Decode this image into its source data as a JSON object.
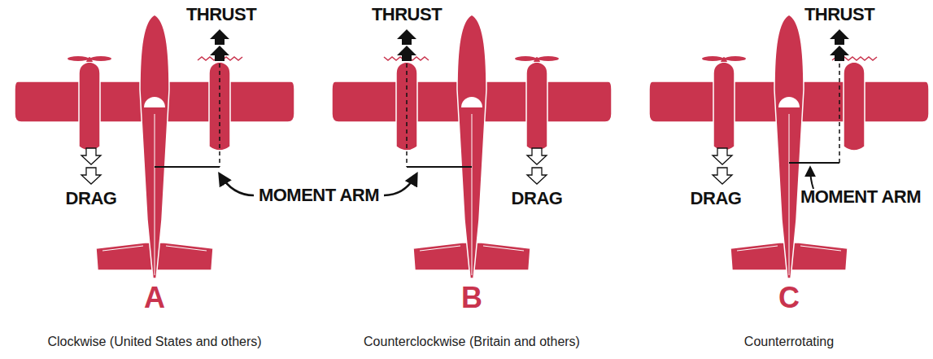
{
  "diagram": {
    "labels": [
      "THRUST",
      "THRUST",
      "THRUST",
      "MOMENT ARM",
      "MOMENT ARM",
      "DRAG",
      "DRAG",
      "DRAG",
      "A",
      "B",
      "C",
      "Clockwise (United States and others)",
      "Counterclockwise (Britain and others)",
      "Counterrotating"
    ]
  }
}
